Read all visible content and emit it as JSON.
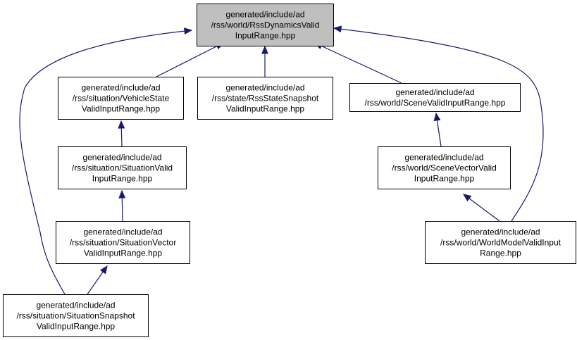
{
  "diagram": {
    "colors": {
      "edge": "#191970",
      "root_fill": "#bfbfbf",
      "node_fill": "#ffffff",
      "node_border": "#000000"
    },
    "nodes": [
      {
        "id": "root",
        "lines": [
          "generated/include/ad",
          "/rss/world/RssDynamicsValid",
          "InputRange.hpp"
        ]
      },
      {
        "id": "vehicle_state",
        "lines": [
          "generated/include/ad",
          "/rss/situation/VehicleState",
          "ValidInputRange.hpp"
        ]
      },
      {
        "id": "rss_state_snapshot",
        "lines": [
          "generated/include/ad",
          "/rss/state/RssStateSnapshot",
          "ValidInputRange.hpp"
        ]
      },
      {
        "id": "scene",
        "lines": [
          "generated/include/ad",
          "/rss/world/SceneValidInputRange.hpp"
        ]
      },
      {
        "id": "situation",
        "lines": [
          "generated/include/ad",
          "/rss/situation/SituationValid",
          "InputRange.hpp"
        ]
      },
      {
        "id": "scene_vector",
        "lines": [
          "generated/include/ad",
          "/rss/world/SceneVectorValid",
          "InputRange.hpp"
        ]
      },
      {
        "id": "situation_vector",
        "lines": [
          "generated/include/ad",
          "/rss/situation/SituationVector",
          "ValidInputRange.hpp"
        ]
      },
      {
        "id": "world_model",
        "lines": [
          "generated/include/ad",
          "/rss/world/WorldModelValidInput",
          "Range.hpp"
        ]
      },
      {
        "id": "situation_snapshot",
        "lines": [
          "generated/include/ad",
          "/rss/situation/SituationSnapshot",
          "ValidInputRange.hpp"
        ]
      }
    ],
    "edges": [
      {
        "from": "vehicle_state",
        "to": "root"
      },
      {
        "from": "rss_state_snapshot",
        "to": "root"
      },
      {
        "from": "scene",
        "to": "root"
      },
      {
        "from": "situation_snapshot",
        "to": "root"
      },
      {
        "from": "world_model",
        "to": "root"
      },
      {
        "from": "situation",
        "to": "vehicle_state"
      },
      {
        "from": "situation_vector",
        "to": "situation"
      },
      {
        "from": "situation_snapshot",
        "to": "situation_vector"
      },
      {
        "from": "scene_vector",
        "to": "scene"
      },
      {
        "from": "world_model",
        "to": "scene_vector"
      }
    ]
  }
}
